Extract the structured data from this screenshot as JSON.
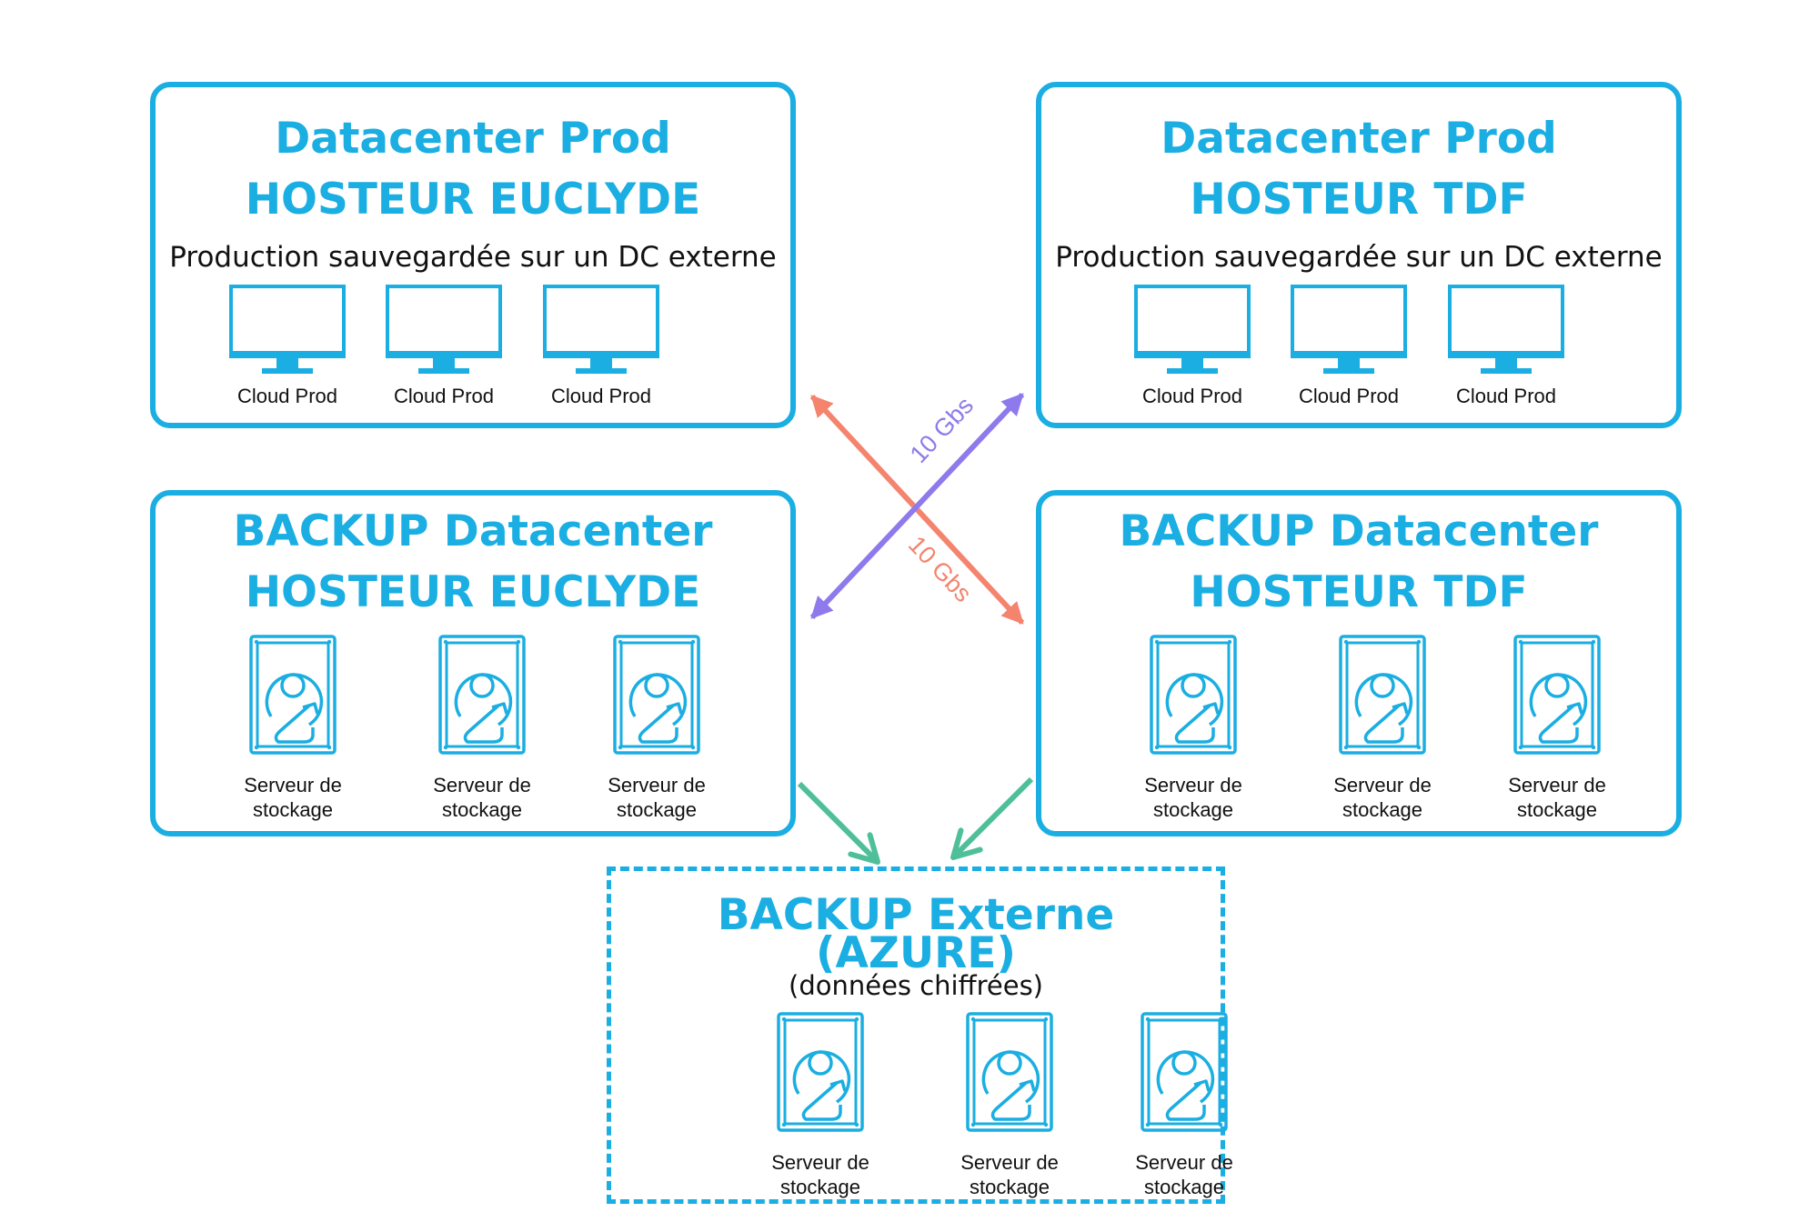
{
  "colors": {
    "accent": "#1aaee2",
    "arrow_salmon": "#f4846e",
    "arrow_purple": "#8e7aec",
    "arrow_green": "#4fbf9a"
  },
  "prod_euclyde": {
    "title": "Datacenter Prod",
    "subtitle": "HOSTEUR EUCLYDE",
    "description": "Production sauvegardée sur un DC externe",
    "items": [
      {
        "label": "Cloud Prod",
        "icon": "monitor-icon"
      },
      {
        "label": "Cloud Prod",
        "icon": "monitor-icon"
      },
      {
        "label": "Cloud Prod",
        "icon": "monitor-icon"
      }
    ]
  },
  "prod_tdf": {
    "title": "Datacenter Prod",
    "subtitle": "HOSTEUR TDF",
    "description": "Production sauvegardée sur un DC externe",
    "items": [
      {
        "label": "Cloud Prod",
        "icon": "monitor-icon"
      },
      {
        "label": "Cloud Prod",
        "icon": "monitor-icon"
      },
      {
        "label": "Cloud Prod",
        "icon": "monitor-icon"
      }
    ]
  },
  "backup_euclyde": {
    "title": "BACKUP Datacenter",
    "subtitle": "HOSTEUR EUCLYDE",
    "items": [
      {
        "line1": "Serveur de",
        "line2": "stockage",
        "icon": "hard-drive-icon"
      },
      {
        "line1": "Serveur de",
        "line2": "stockage",
        "icon": "hard-drive-icon"
      },
      {
        "line1": "Serveur de",
        "line2": "stockage",
        "icon": "hard-drive-icon"
      }
    ]
  },
  "backup_tdf": {
    "title": "BACKUP Datacenter",
    "subtitle": "HOSTEUR TDF",
    "items": [
      {
        "line1": "Serveur de",
        "line2": "stockage",
        "icon": "hard-drive-icon"
      },
      {
        "line1": "Serveur de",
        "line2": "stockage",
        "icon": "hard-drive-icon"
      },
      {
        "line1": "Serveur de",
        "line2": "stockage",
        "icon": "hard-drive-icon"
      }
    ]
  },
  "azure": {
    "title": "BACKUP Externe",
    "subtitle": "(AZURE)",
    "note": "(données chiffrées)",
    "items": [
      {
        "line1": "Serveur de",
        "line2": "stockage",
        "icon": "hard-drive-icon"
      },
      {
        "line1": "Serveur de",
        "line2": "stockage",
        "icon": "hard-drive-icon"
      },
      {
        "line1": "Serveur de",
        "line2": "stockage",
        "icon": "hard-drive-icon"
      }
    ]
  },
  "links": {
    "purple_label": "10 Gbs",
    "salmon_label": "10 Gbs"
  }
}
